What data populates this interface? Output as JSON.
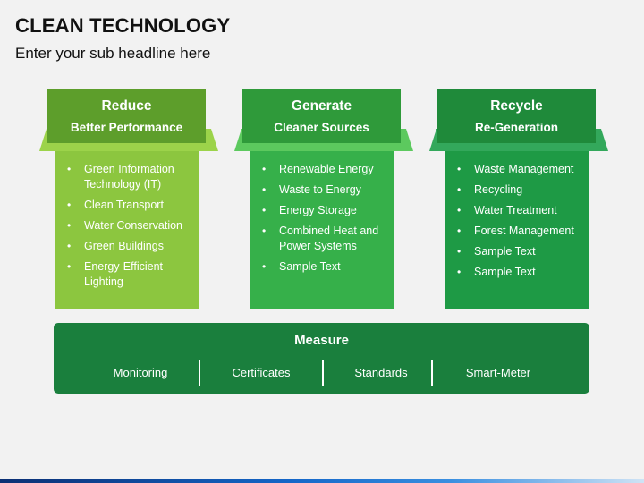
{
  "title": "CLEAN TECHNOLOGY",
  "subtitle": "Enter your sub headline here",
  "columns": [
    {
      "title": "Reduce",
      "subtitle": "Better Performance",
      "items": [
        "Green Information Technology (IT)",
        "Clean Transport",
        "Water Conservation",
        "Green Buildings",
        "Energy-Efficient Lighting"
      ]
    },
    {
      "title": "Generate",
      "subtitle": "Cleaner Sources",
      "items": [
        "Renewable Energy",
        "Waste to Energy",
        "Energy Storage",
        "Combined Heat and Power Systems",
        "Sample Text"
      ]
    },
    {
      "title": "Recycle",
      "subtitle": "Re-Generation",
      "items": [
        "Waste Management",
        "Recycling",
        "Water Treatment",
        "Forest Management",
        "Sample Text",
        "Sample Text"
      ]
    }
  ],
  "measure": {
    "title": "Measure",
    "items": [
      "Monitoring",
      "Certificates",
      "Standards",
      "Smart-Meter"
    ]
  },
  "colors": {
    "light_green": "#8cc63f",
    "mid_green": "#36b04a",
    "dark_green": "#1e9a45",
    "measure_green": "#1a7f3d"
  }
}
